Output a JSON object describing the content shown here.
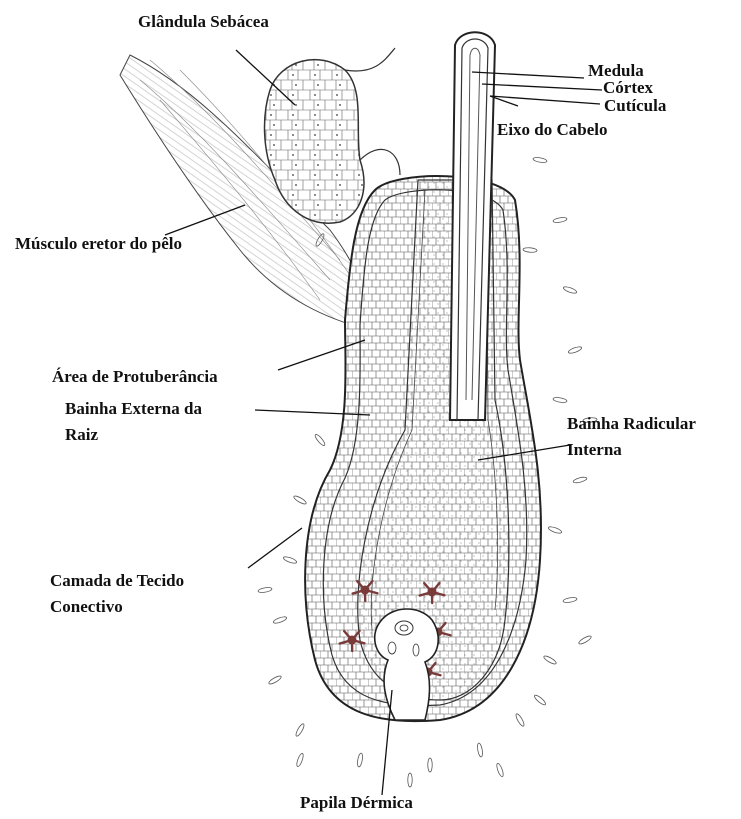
{
  "labels": {
    "glandula_sebacea": "Glândula Sebácea",
    "medula": "Medula",
    "cortex": "Córtex",
    "cuticula": "Cutícula",
    "eixo_do_cabelo": "Eixo do Cabelo",
    "musculo_eretor": "Músculo eretor do pêlo",
    "area_protuberancia": "Área de Protuberância",
    "bainha_externa_l1": "Bainha Externa da",
    "bainha_externa_l2": "Raiz",
    "bainha_radicular_l1": "Bainha Radicular",
    "bainha_radicular_l2": "Interna",
    "camada_tecido_l1": "Camada de Tecido",
    "camada_tecido_l2": "Conectivo",
    "papila_dermica": "Papila Dérmica"
  },
  "colors": {
    "ink": "#2a2a2a",
    "cell_fill": "#ffffff",
    "melanocyte": "#7a3a3a"
  }
}
